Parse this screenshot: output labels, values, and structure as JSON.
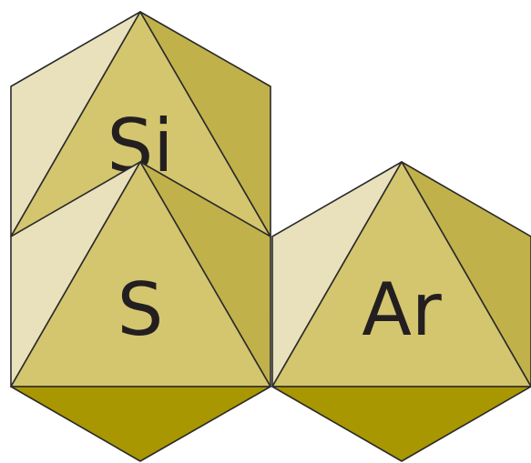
{
  "elements": [
    {
      "symbol": "Si"
    },
    {
      "symbol": "S"
    },
    {
      "symbol": "Ar"
    }
  ],
  "colors": {
    "face_light": "#e8e1bb",
    "face_front": "#d4c56f",
    "face_right": "#c1b14a",
    "face_bottom": "#a89700",
    "edge": "#2a2a2a",
    "text": "#231f20"
  }
}
